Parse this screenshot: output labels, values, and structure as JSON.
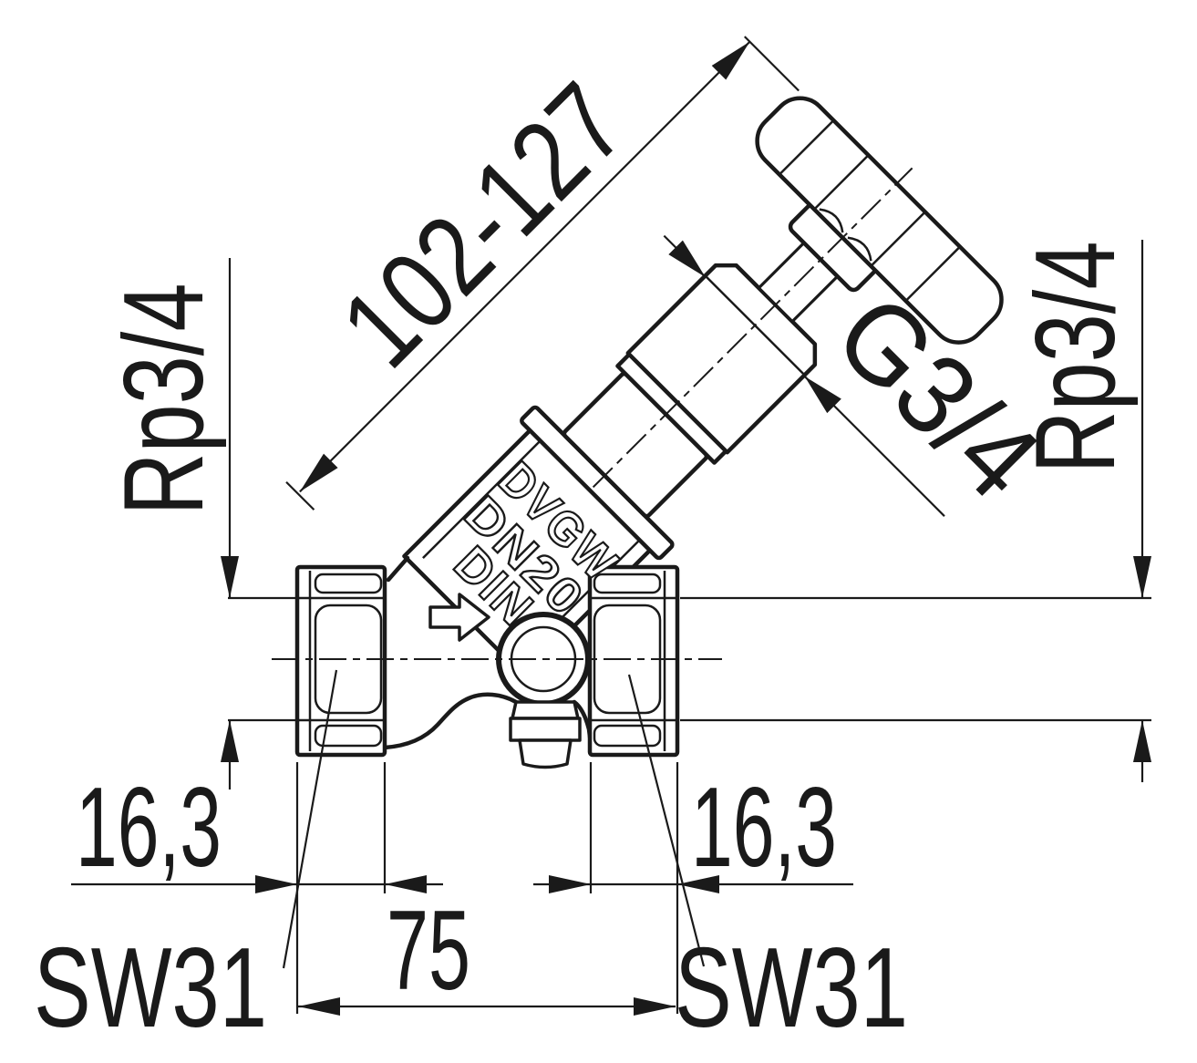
{
  "drawing": {
    "dimensions": {
      "height_range": "102-127",
      "inlet_thread": "Rp3/4",
      "outlet_thread": "Rp3/4",
      "bonnet_union_thread": "G3/4",
      "hex_length_left": "16,3",
      "hex_length_right": "16,3",
      "face_to_face": "75",
      "wrench_size_left": "SW31",
      "wrench_size_right": "SW31"
    },
    "cast_markings": {
      "certification": "DVGW",
      "nominal_size": "DN20",
      "standard": "DIN"
    },
    "colors": {
      "ink": "#1a1a1a",
      "background": "#ffffff"
    }
  }
}
